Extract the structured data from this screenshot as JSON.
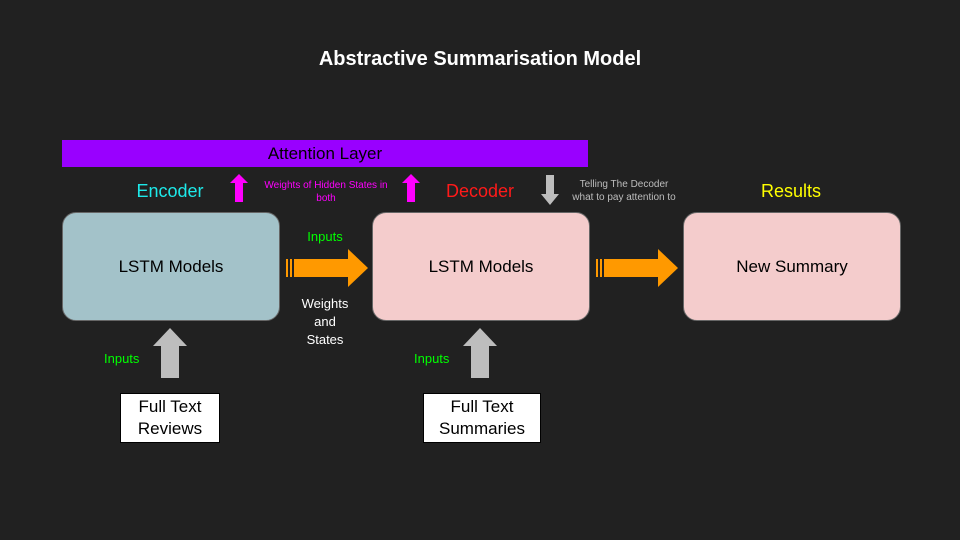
{
  "title": "Abstractive Summarisation Model",
  "attention_layer": "Attention Layer",
  "encoder": {
    "header": "Encoder",
    "box_label": "LSTM Models",
    "input_label": "Inputs",
    "source_line1": "Full Text",
    "source_line2": "Reviews"
  },
  "decoder": {
    "header": "Decoder",
    "box_label": "LSTM Models",
    "input_label": "Inputs",
    "source_line1": "Full Text",
    "source_line2": "Summaries"
  },
  "results": {
    "header": "Results",
    "box_label": "New Summary"
  },
  "connector": {
    "top_label": "Inputs",
    "bottom_line1": "Weights",
    "bottom_line2": "and",
    "bottom_line3": "States"
  },
  "weights_note": {
    "line1": "Weights of Hidden States in",
    "line2": "both"
  },
  "decoder_note": {
    "line1": "Telling The Decoder",
    "line2": "what to pay attention to"
  },
  "colors": {
    "background": "#212121",
    "attention": "#9900ff",
    "encoder_box": "#a3c2c9",
    "decoder_box": "#f4cccc",
    "orange_arrow": "#ff9900",
    "magenta_arrow": "#ff00ff",
    "grey_arrow": "#bdbdbd"
  }
}
